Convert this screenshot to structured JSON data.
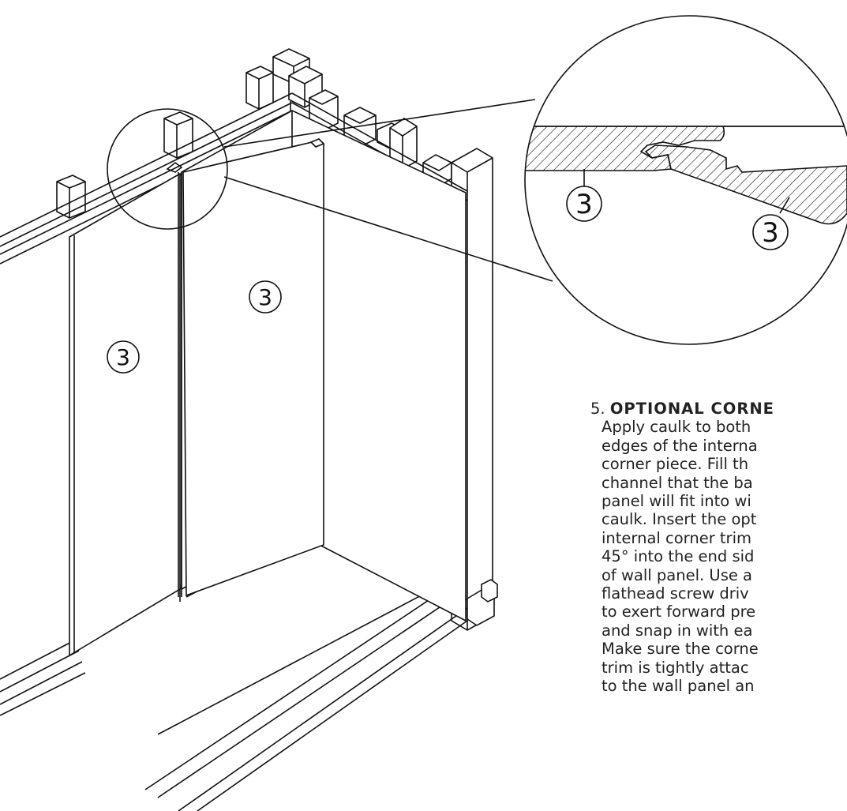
{
  "diagram": {
    "part_labels": {
      "left_panel": "3",
      "center_panel": "3",
      "detail_left": "3",
      "detail_right": "3"
    }
  },
  "instructions": {
    "step_number": "5.",
    "step_title": "OPTIONAL CORNE",
    "lines": [
      "Apply caulk to both",
      "edges of the interna",
      "corner piece. Fill th",
      "channel that the ba",
      "panel will fit into wi",
      "caulk. Insert the opt",
      "internal corner trim",
      "45° into the end sid",
      "of wall panel. Use a",
      "flathead screw driv",
      "to exert forward pre",
      "and snap in with ea",
      "Make sure the corne",
      "trim is tightly attac",
      "to the wall panel an"
    ]
  }
}
